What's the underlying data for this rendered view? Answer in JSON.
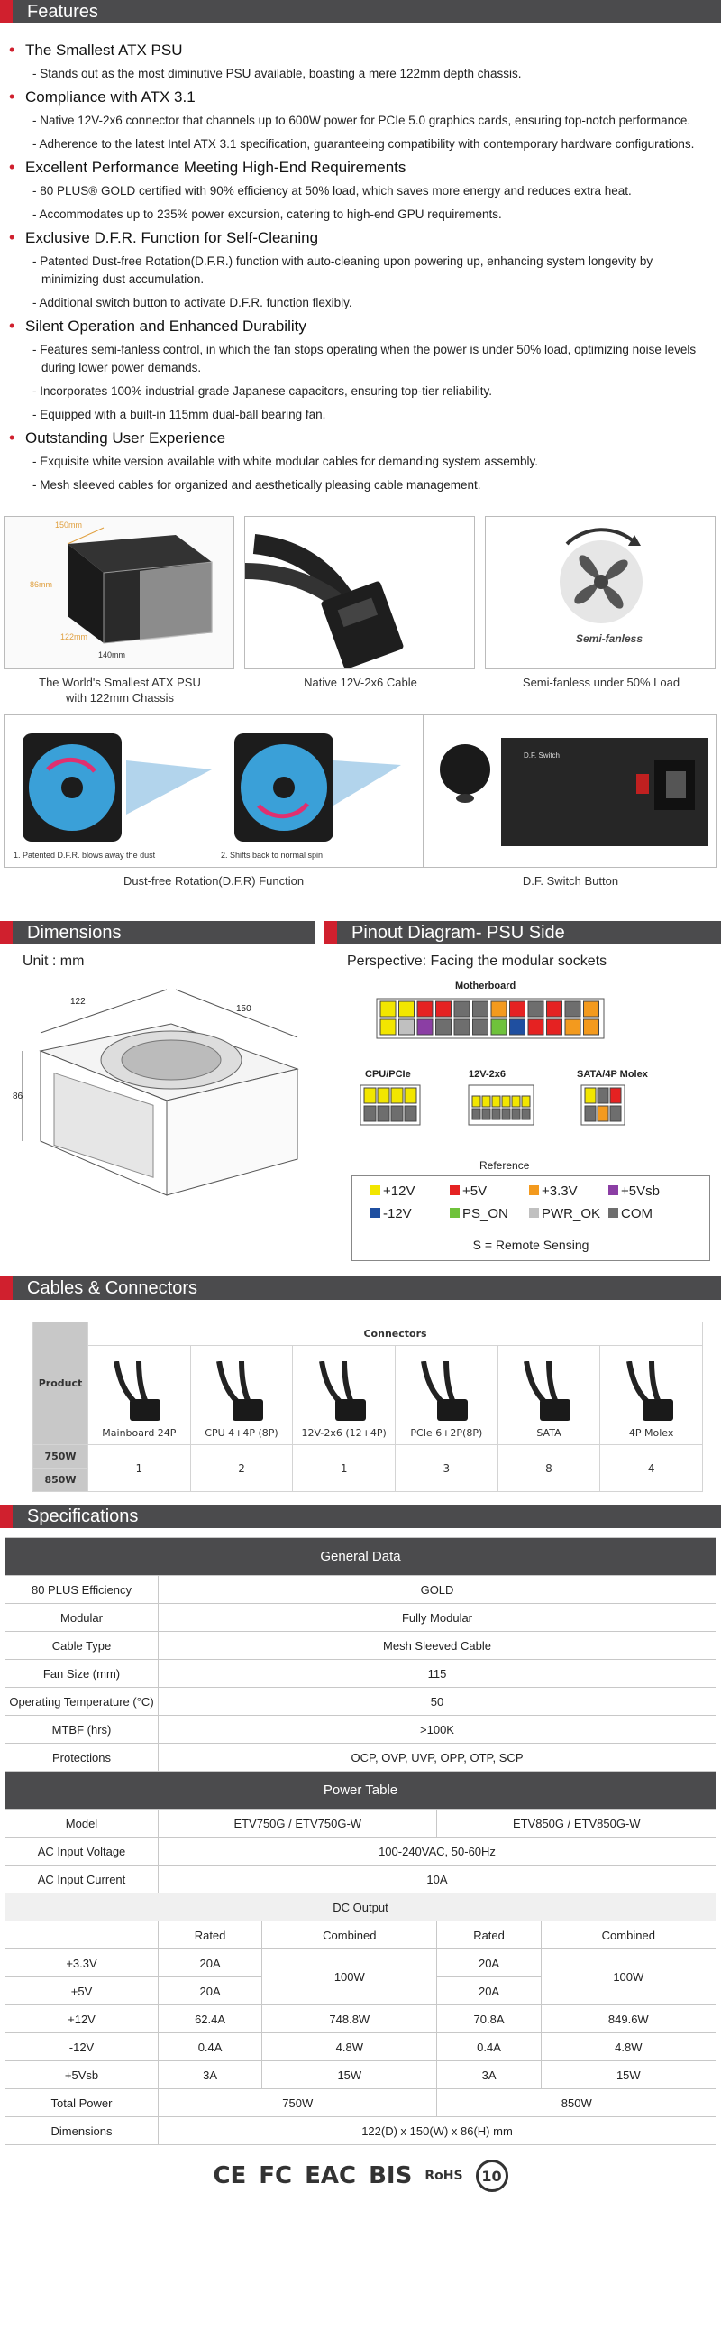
{
  "features": {
    "header": "Features",
    "groups": [
      {
        "title": "The Smallest ATX PSU",
        "items": [
          "- Stands out as the most diminutive PSU available, boasting a mere 122mm depth chassis."
        ]
      },
      {
        "title": "Compliance with ATX 3.1",
        "items": [
          "- Native 12V-2x6 connector that channels up to 600W power for PCIe 5.0 graphics cards, ensuring top-notch performance.",
          "- Adherence to the latest Intel ATX 3.1 specification, guaranteeing compatibility with contemporary hardware configurations."
        ]
      },
      {
        "title": "Excellent Performance Meeting High-End Requirements",
        "items": [
          "- 80 PLUS® GOLD certified with 90% efficiency at 50% load, which saves more energy and reduces extra heat.",
          "- Accommodates up to 235% power excursion, catering to high-end GPU requirements."
        ]
      },
      {
        "title": "Exclusive D.F.R. Function for Self-Cleaning",
        "items": [
          "- Patented Dust-free Rotation(D.F.R.) function with auto-cleaning upon powering up, enhancing system longevity by minimizing dust accumulation.",
          "- Additional switch button to activate D.F.R. function flexibly."
        ]
      },
      {
        "title": "Silent Operation and Enhanced Durability",
        "items": [
          "- Features semi-fanless control, in which the fan stops operating when the power is under 50% load, optimizing noise levels during lower power demands.",
          "- Incorporates 100% industrial-grade Japanese capacitors, ensuring top-tier reliability.",
          "- Equipped with a built-in 115mm dual-ball bearing fan."
        ]
      },
      {
        "title": "Outstanding User Experience",
        "items": [
          "- Exquisite white version available with white modular cables for demanding system assembly.",
          "- Mesh sleeved cables for organized and aesthetically pleasing cable management."
        ]
      }
    ]
  },
  "gallery": {
    "captions": [
      "The World's Smallest ATX PSU",
      "with 122mm Chassis",
      "Native 12V-2x6 Cable",
      "Semi-fanless under 50% Load",
      "Dust-free Rotation(D.F.R) Function",
      "D.F. Switch Button"
    ],
    "dims_labels": [
      "150mm",
      "86mm",
      "122mm",
      "140mm"
    ],
    "semi_fanless_text": "Semi-fanless",
    "dfr_steps": [
      "1. Patented D.F.R. blows away the dust",
      "2. Shifts back to normal spin"
    ],
    "switch_label": "D.F. Switch"
  },
  "dimensions": {
    "header": "Dimensions",
    "unit": "Unit : mm",
    "values": [
      "122",
      "150",
      "86"
    ]
  },
  "pinout": {
    "header": "Pinout Diagram- PSU Side",
    "perspective": "Perspective: Facing the modular sockets",
    "motherboard": "Motherboard",
    "connectors": [
      "CPU/PCIe",
      "12V-2x6",
      "SATA/4P Molex"
    ],
    "reference": "Reference",
    "legend": [
      {
        "color": "#f2e600",
        "label": "+12V"
      },
      {
        "color": "#e52222",
        "label": "+5V"
      },
      {
        "color": "#f39a1e",
        "label": "+3.3V"
      },
      {
        "color": "#8b3ea4",
        "label": "+5Vsb"
      },
      {
        "color": "#1f4fa0",
        "label": "-12V"
      },
      {
        "color": "#6fc23b",
        "label": "PS_ON"
      },
      {
        "color": "#c0c0c0",
        "label": "PWR_OK"
      },
      {
        "color": "#6e6e6e",
        "label": "COM"
      }
    ],
    "remote_note": "S = Remote Sensing"
  },
  "cables": {
    "header": "Cables & Connectors",
    "connectors_title": "Connectors",
    "product_label": "Product",
    "columns": [
      "Mainboard 24P",
      "CPU 4+4P (8P)",
      "12V-2x6 (12+4P)",
      "PCIe 6+2P(8P)",
      "SATA",
      "4P Molex"
    ],
    "rows": [
      "750W",
      "850W"
    ],
    "counts": [
      "1",
      "2",
      "1",
      "3",
      "8",
      "4"
    ]
  },
  "specs": {
    "header": "Specifications",
    "general_title": "General Data",
    "general": [
      [
        "80 PLUS Efficiency",
        "GOLD"
      ],
      [
        "Modular",
        "Fully Modular"
      ],
      [
        "Cable Type",
        "Mesh Sleeved Cable"
      ],
      [
        "Fan Size (mm)",
        "115"
      ],
      [
        "Operating Temperature (°C)",
        "50"
      ],
      [
        "MTBF (hrs)",
        ">100K"
      ],
      [
        "Protections",
        "OCP, OVP, UVP, OPP, OTP, SCP"
      ]
    ],
    "power_title": "Power Table",
    "model_label": "Model",
    "models": [
      "ETV750G / ETV750G-W",
      "ETV850G / ETV850G-W"
    ],
    "ac_voltage_label": "AC Input Voltage",
    "ac_voltage": "100-240VAC, 50-60Hz",
    "ac_current_label": "AC Input Current",
    "ac_current": "10A",
    "dc_output": "DC Output",
    "rated": "Rated",
    "combined": "Combined",
    "rails": {
      "v33": {
        "label": "+3.3V",
        "r750": "20A",
        "r850": "20A"
      },
      "v5": {
        "label": "+5V",
        "r750": "20A",
        "r850": "20A"
      },
      "comb_33_5": {
        "c750": "100W",
        "c850": "100W"
      },
      "v12": {
        "label": "+12V",
        "r750": "62.4A",
        "c750": "748.8W",
        "r850": "70.8A",
        "c850": "849.6W"
      },
      "vn12": {
        "label": "-12V",
        "r750": "0.4A",
        "c750": "4.8W",
        "r850": "0.4A",
        "c850": "4.8W"
      },
      "v5sb": {
        "label": "+5Vsb",
        "r750": "3A",
        "c750": "15W",
        "r850": "3A",
        "c850": "15W"
      }
    },
    "total_label": "Total Power",
    "total": [
      "750W",
      "850W"
    ],
    "dimensions_label": "Dimensions",
    "dimensions_value": "122(D) x 150(W) x 86(H) mm"
  },
  "certs": [
    "CE",
    "FC",
    "EAC",
    "BIS",
    "RoHS",
    "10"
  ]
}
